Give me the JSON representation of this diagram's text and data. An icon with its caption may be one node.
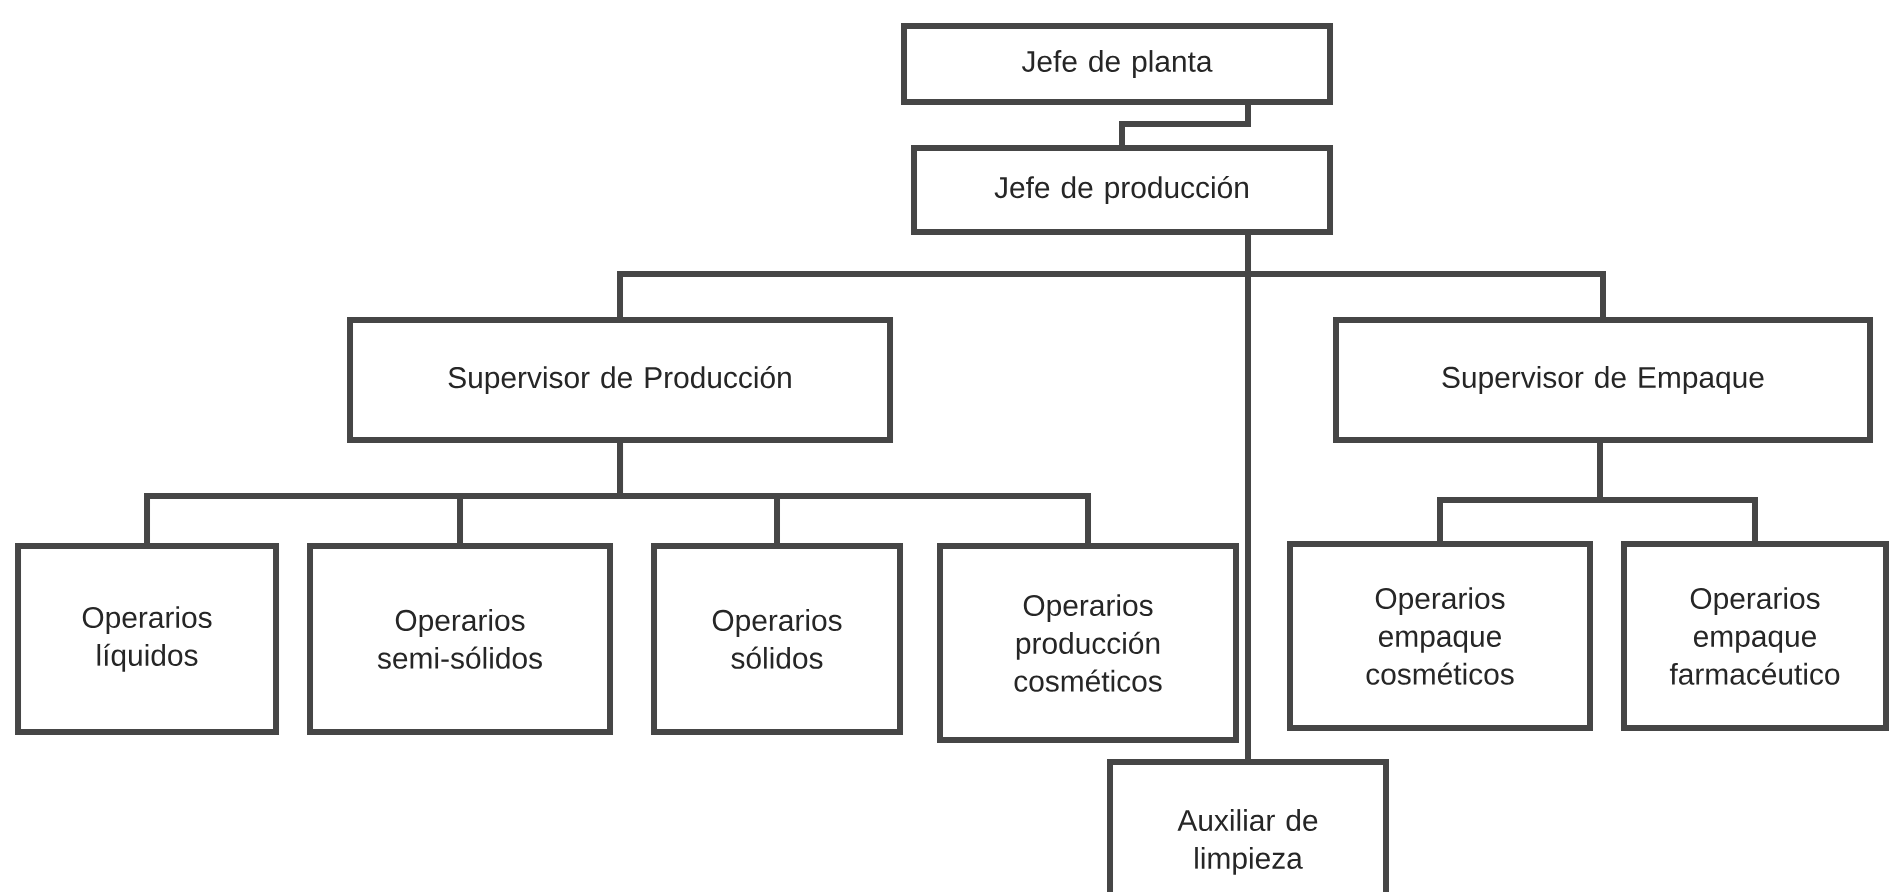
{
  "diagram": {
    "nodes": [
      {
        "text": [
          "Jefe de planta"
        ]
      },
      {
        "text": [
          "Jefe de producción"
        ]
      },
      {
        "text": [
          "Supervisor de Producción"
        ]
      },
      {
        "text": [
          "Supervisor de Empaque"
        ]
      },
      {
        "text": [
          "Operarios líquidos"
        ]
      },
      {
        "text": [
          "Operarios semi-sólidos"
        ]
      },
      {
        "text": [
          "Operarios sólidos"
        ]
      },
      {
        "text": [
          "Operarios producción cosméticos"
        ]
      },
      {
        "text": [
          "Operarios empaque cosméticos"
        ]
      },
      {
        "text": [
          "Operarios empaque farmacéutico"
        ]
      },
      {
        "text": [
          "Auxiliar de limpieza"
        ]
      }
    ],
    "edges": [
      {
        "from": 0,
        "to": 1,
        "arrow": "none"
      },
      {
        "from": 1,
        "to": 2,
        "arrow": "none"
      },
      {
        "from": 1,
        "to": 3,
        "arrow": "none"
      },
      {
        "from": 1,
        "to": 10,
        "arrow": "none"
      },
      {
        "from": 2,
        "to": 4,
        "arrow": "none"
      },
      {
        "from": 2,
        "to": 5,
        "arrow": "none"
      },
      {
        "from": 2,
        "to": 6,
        "arrow": "none"
      },
      {
        "from": 2,
        "to": 7,
        "arrow": "none"
      },
      {
        "from": 3,
        "to": 8,
        "arrow": "none"
      },
      {
        "from": 3,
        "to": 9,
        "arrow": "none"
      }
    ]
  }
}
